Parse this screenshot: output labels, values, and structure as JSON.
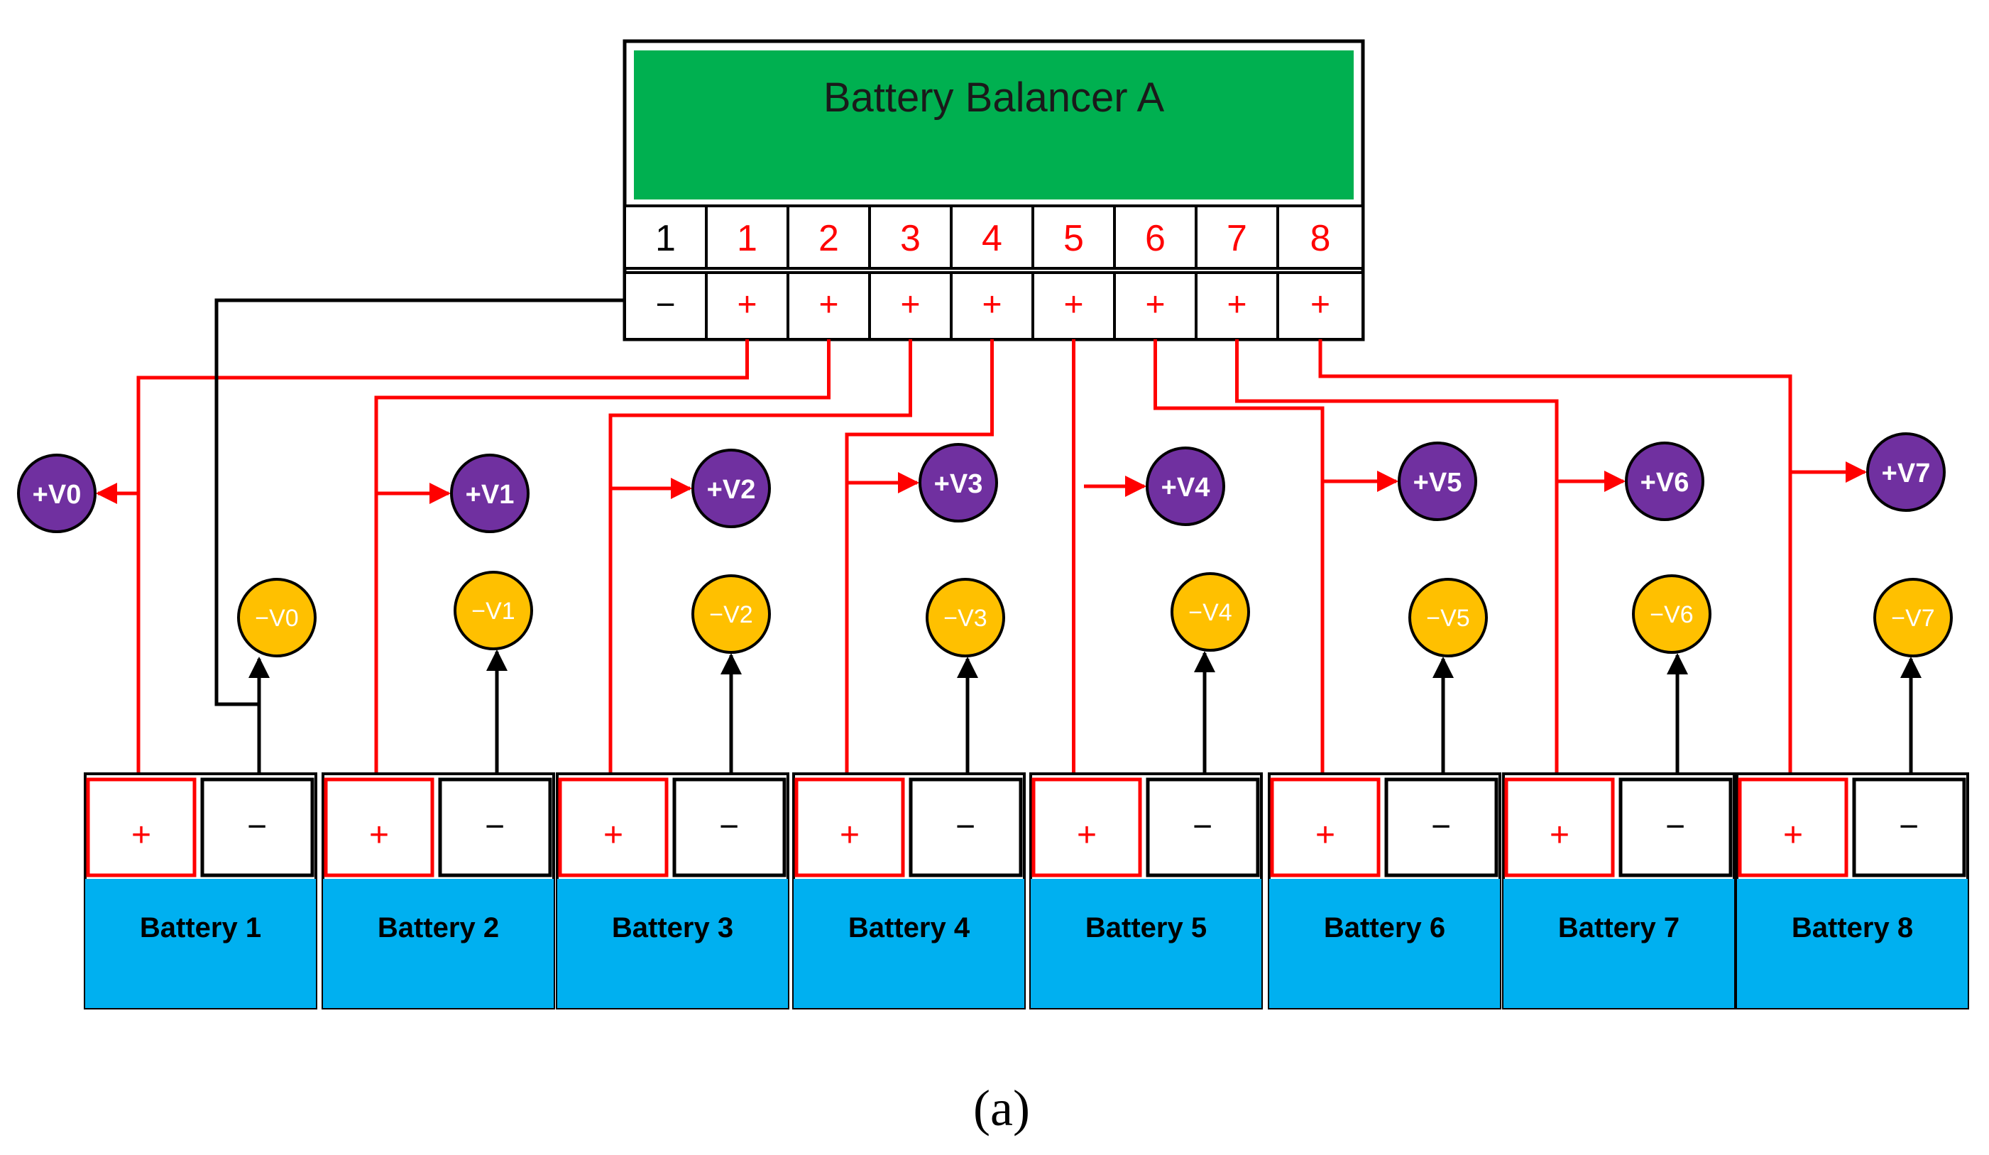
{
  "balancer": {
    "title": "Battery Balancer A",
    "pin_numbers": [
      "1",
      "1",
      "2",
      "3",
      "4",
      "5",
      "6",
      "7",
      "8"
    ],
    "pin_signs": [
      "−",
      "+",
      "+",
      "+",
      "+",
      "+",
      "+",
      "+",
      "+"
    ]
  },
  "positive_nodes": [
    "+V0",
    "+V1",
    "+V2",
    "+V3",
    "+V4",
    "+V5",
    "+V6",
    "+V7"
  ],
  "negative_nodes": [
    "−V0",
    "−V1",
    "−V2",
    "−V3",
    "−V4",
    "−V5",
    "−V6",
    "−V7"
  ],
  "batteries": [
    {
      "label": "Battery 1",
      "plus": "+",
      "minus": "−"
    },
    {
      "label": "Battery 2",
      "plus": "+",
      "minus": "−"
    },
    {
      "label": "Battery 3",
      "plus": "+",
      "minus": "−"
    },
    {
      "label": "Battery 4",
      "plus": "+",
      "minus": "−"
    },
    {
      "label": "Battery 5",
      "plus": "+",
      "minus": "−"
    },
    {
      "label": "Battery 6",
      "plus": "+",
      "minus": "−"
    },
    {
      "label": "Battery 7",
      "plus": "+",
      "minus": "−"
    },
    {
      "label": "Battery 8",
      "plus": "+",
      "minus": "−"
    }
  ],
  "caption": "(a)",
  "colors": {
    "balancer_fill": "#00B050",
    "battery_fill": "#00B0F0",
    "positive_node": "#7030A0",
    "negative_node": "#FFC000",
    "positive_wire": "#FF0000",
    "negative_wire": "#000000"
  }
}
